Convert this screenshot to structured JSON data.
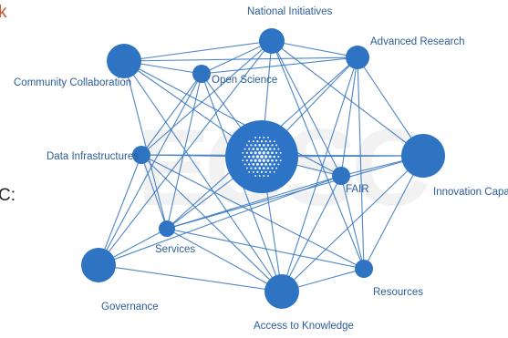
{
  "fragments": {
    "top": "k",
    "mid": "C:"
  },
  "watermark": "EOSC",
  "colors": {
    "node": "#2f73c3",
    "edge": "#3a79c2",
    "label": "#2a5d97",
    "fragment_accent": "#d0502a"
  },
  "nodes": {
    "national_initiatives": "National Initiatives",
    "advanced_research": "Advanced Research",
    "community_collaboration": "Community Collaboration",
    "open_science": "Open Science",
    "data_infrastructures": "Data Infrastructures",
    "fair": "FAIR",
    "innovation_capacity": "Innovation Capacity",
    "services": "Services",
    "resources": "Resources",
    "governance": "Governance",
    "access_to_knowledge": "Access to Knowledge"
  }
}
